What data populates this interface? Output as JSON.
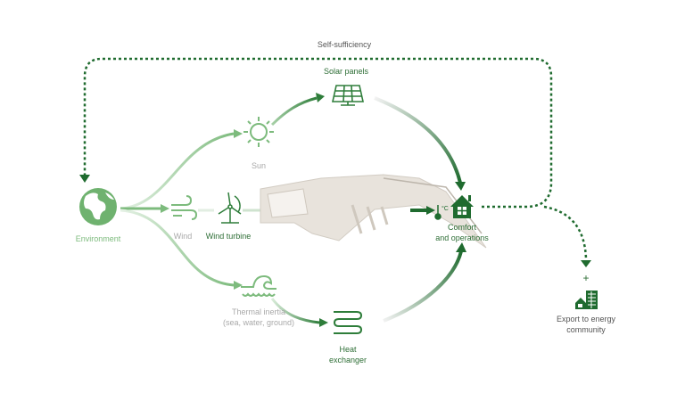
{
  "colors": {
    "light_green": "#7dbb7d",
    "dark_green": "#1f6b2f",
    "gray_text": "#a9a9a9",
    "building": "#e8e3dc"
  },
  "labels": {
    "self_sufficiency": "Self-sufficiency",
    "environment": "Environment",
    "sun": "Sun",
    "solar_panels": "Solar panels",
    "wind": "Wind",
    "wind_turbine": "Wind turbine",
    "thermal_inertia_1": "Thermal inertia",
    "thermal_inertia_2": "(sea, water, ground)",
    "heat_exchanger_1": "Heat",
    "heat_exchanger_2": "exchanger",
    "comfort_1": "Comfort",
    "comfort_2": "and operations",
    "export_1": "Export to energy",
    "export_2": "community",
    "plus": "+"
  }
}
